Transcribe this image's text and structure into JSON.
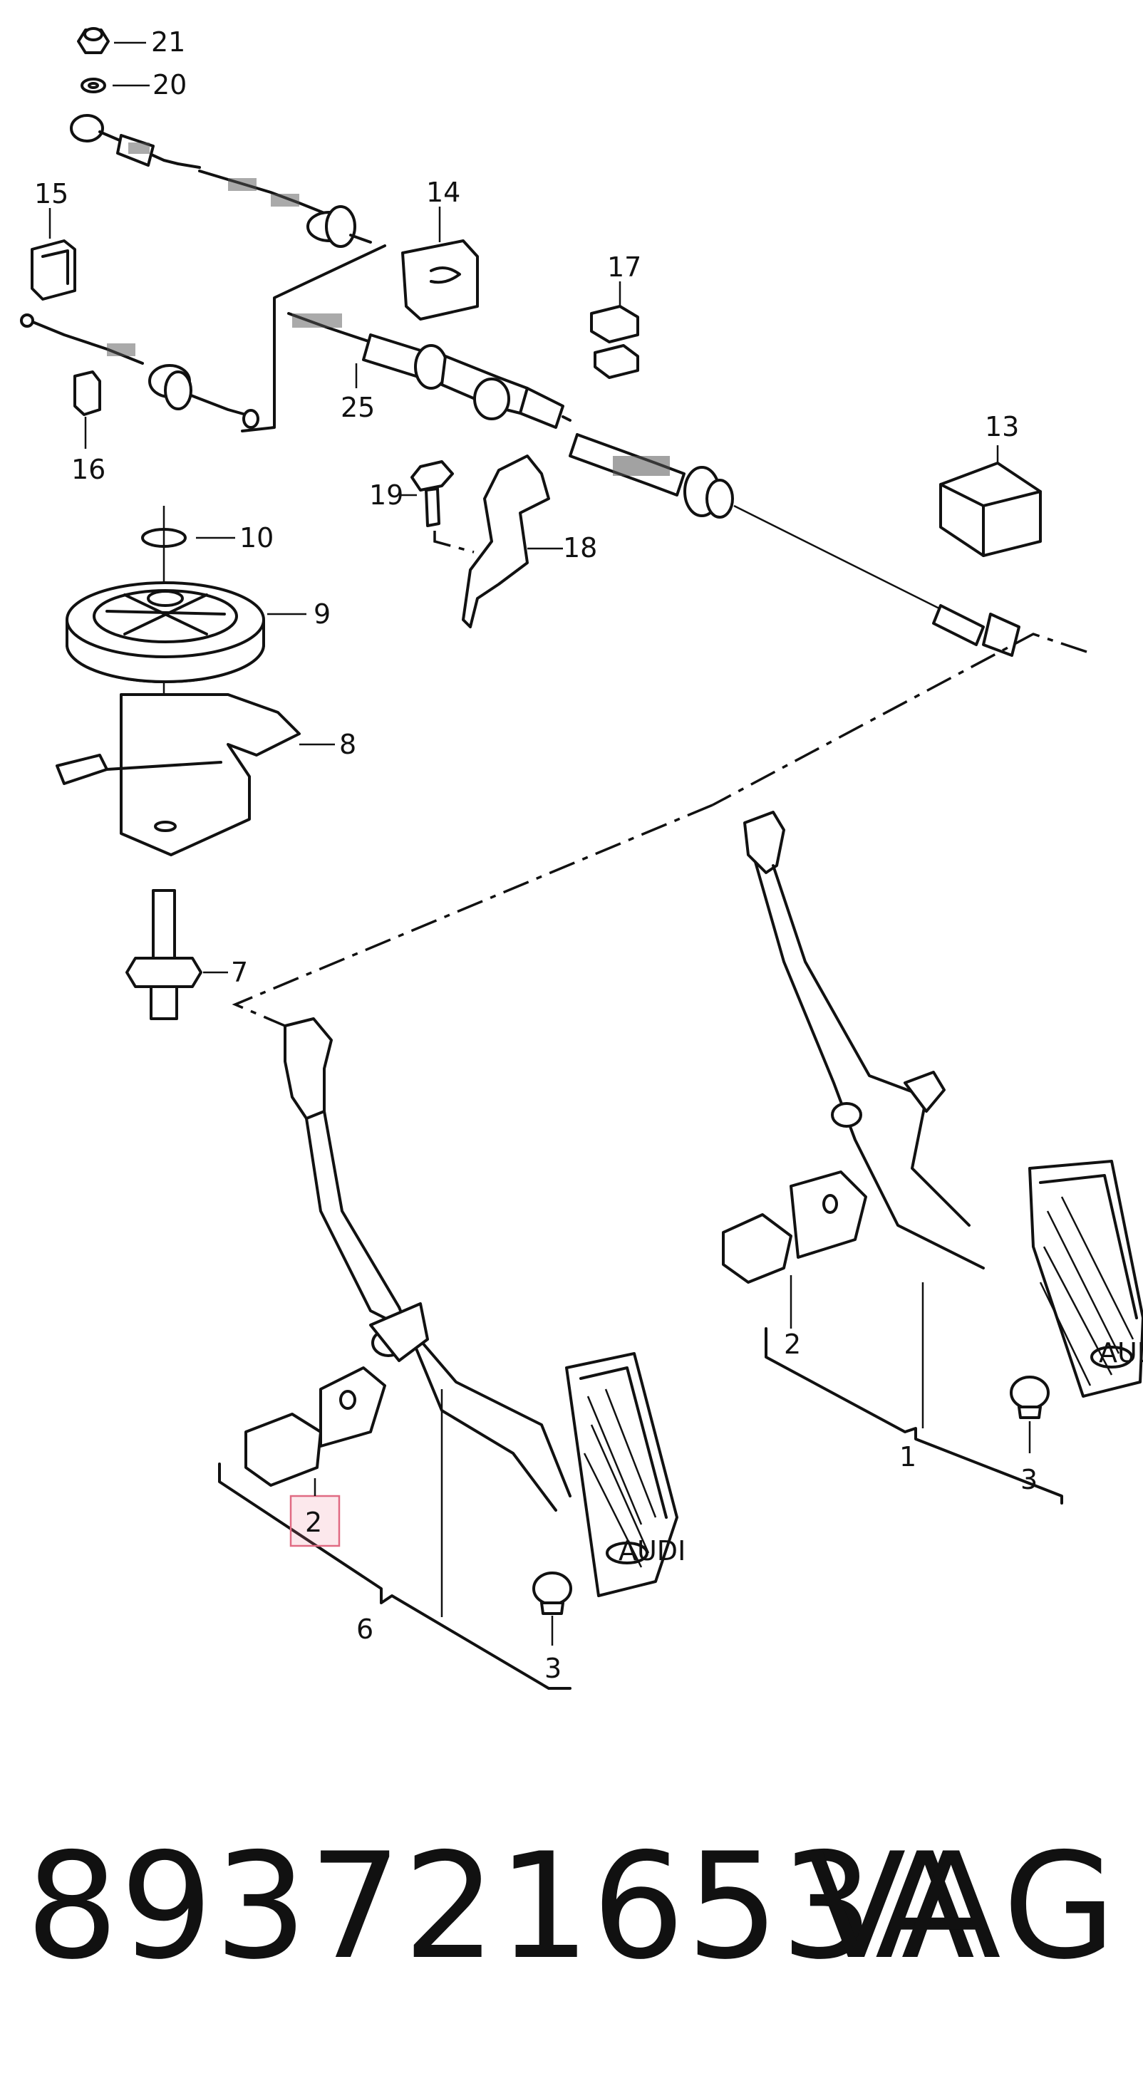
{
  "diagram": {
    "callouts": {
      "c21": "21",
      "c20": "20",
      "c15": "15",
      "c14": "14",
      "c17": "17",
      "c25": "25",
      "c16": "16",
      "c13": "13",
      "c19": "19",
      "c18": "18",
      "c10": "10",
      "c9": "9",
      "c8": "8",
      "c7": "7",
      "c2_left": "2",
      "c6": "6",
      "c3_left": "3",
      "c2_right": "2",
      "c1": "1",
      "c3_right": "3"
    },
    "highlighted_callout": "2",
    "pedal_logo": "AUDI"
  },
  "footer": {
    "part_number": "893721653A",
    "brand": "VAG"
  },
  "colors": {
    "ink": "#111111",
    "highlight": "#e06a82"
  }
}
